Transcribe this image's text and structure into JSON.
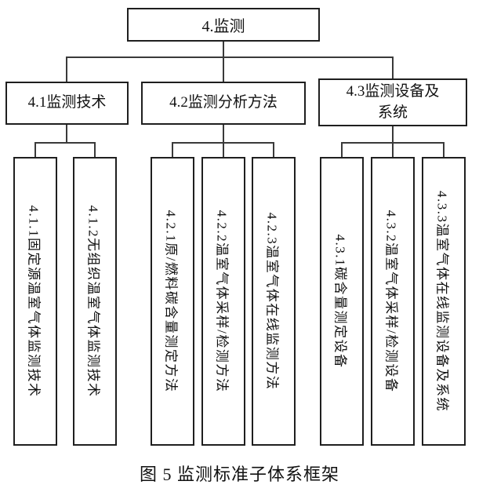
{
  "diagram": {
    "root": {
      "label": "4.监测"
    },
    "branches": [
      {
        "label": "4.1监测技术",
        "children": [
          {
            "label": "4.1.1固定源温室气体监测技术"
          },
          {
            "label": "4.1.2无组织温室气体监测技术"
          }
        ]
      },
      {
        "label": "4.2监测分析方法",
        "children": [
          {
            "label": "4.2.1原/燃料碳含量测定方法"
          },
          {
            "label": "4.2.2温室气体采样/检测方法"
          },
          {
            "label": "4.2.3温室气体在线监测方法"
          }
        ]
      },
      {
        "label": "4.3监测设备及\n系统",
        "children": [
          {
            "label": "4.3.1碳含量测定设备"
          },
          {
            "label": "4.3.2温室气体采样/检测设备"
          },
          {
            "label": "4.3.3温室气体在线监测设备及系统"
          }
        ]
      }
    ],
    "caption": "图 5 监测标准子体系框架"
  },
  "colors": {
    "line": "#3a3a3a",
    "border": "#1f1f1f",
    "background": "#ffffff",
    "text": "#111111"
  }
}
